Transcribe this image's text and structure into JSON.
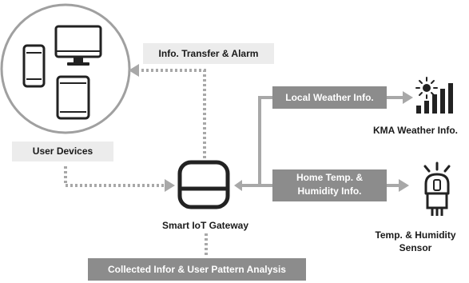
{
  "labels": {
    "info_transfer": "Info. Transfer & Alarm",
    "user_devices": "User Devices",
    "gateway": "Smart IoT Gateway",
    "local_weather": "Local Weather Info.",
    "kma_weather": "KMA Weather Info.",
    "home_temp_line1": "Home Temp. &",
    "home_temp_line2": "Humidity Info.",
    "sensor_line1": "Temp. & Humidity",
    "sensor_line2": "Sensor",
    "collected": "Collected Infor & User Pattern Analysis"
  },
  "colors": {
    "outline": "#222222",
    "arrow_gray": "#a8a8a8",
    "circle_gray": "#a0a0a0",
    "label_light": "#ececec",
    "label_dark": "#8c8c8c"
  }
}
